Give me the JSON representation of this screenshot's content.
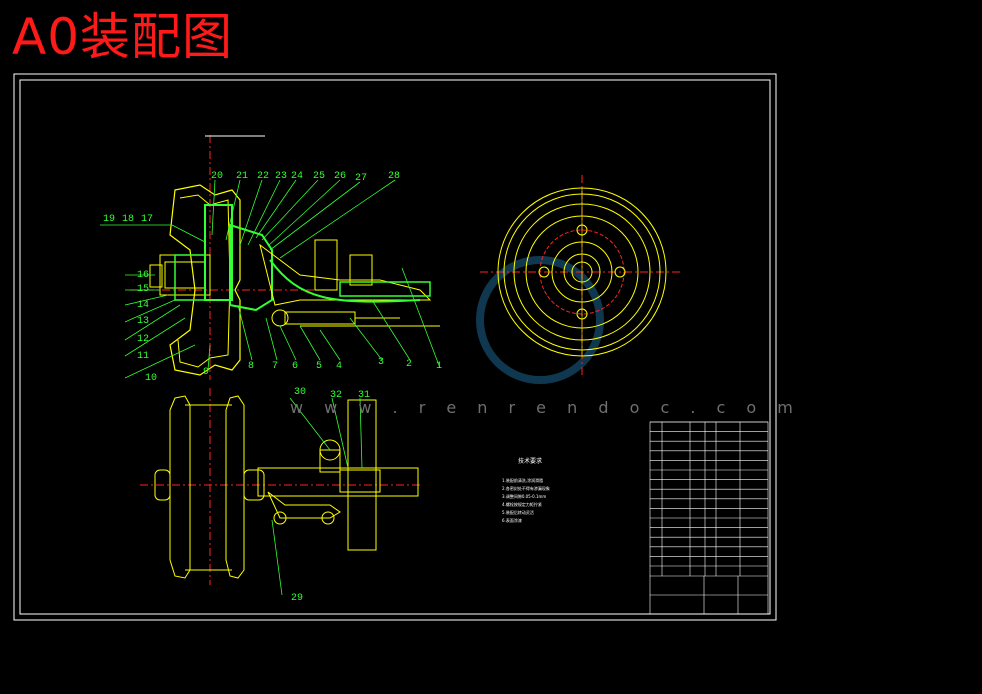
{
  "sheet_title": "A0装配图",
  "watermark": "w w w . r e n r e n d o c . c o m",
  "tech_req_title": "技术要求",
  "tech_req_lines": [
    "1.装配前清洗,涂润滑脂",
    "2.各密封处不得有渗漏现象",
    "3.调整间隙0.05-0.1mm",
    "4.螺栓按规定力矩拧紧",
    "5.装配后转动灵活",
    "6.表面涂漆"
  ],
  "callouts_top": [
    "20",
    "21",
    "22",
    "23",
    "24",
    "25",
    "26",
    "27",
    "28"
  ],
  "callouts_left_top": [
    "19",
    "18",
    "17"
  ],
  "callouts_left": [
    "16",
    "15",
    "14",
    "13",
    "12",
    "11",
    "10"
  ],
  "callouts_bottom": [
    "9",
    "8",
    "7",
    "6",
    "5",
    "4",
    "3",
    "2",
    "1"
  ],
  "callouts_lower": [
    "30",
    "32",
    "31",
    "29"
  ],
  "colors": {
    "frame": "#ffffff",
    "part": "#ffff00",
    "leader": "#33ff33",
    "center": "#ff2222",
    "accent": "#00e5ff",
    "title": "#ff1a1a"
  }
}
